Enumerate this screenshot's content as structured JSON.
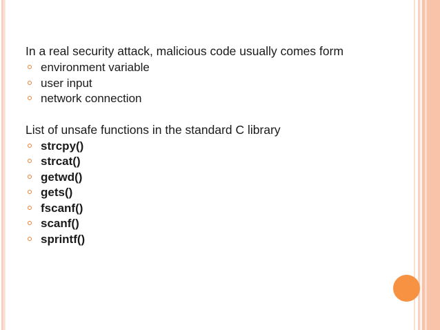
{
  "slide": {
    "colors": {
      "text": "#1a1a1a",
      "bullet": "#ef7e33",
      "accent_circle": "#f79242",
      "stripe_light": "#fadfd3",
      "stripe_dark": "#f8c3a9"
    },
    "section_one": {
      "lead": "In a real security attack, malicious code usually comes form",
      "items": [
        {
          "label": "environment variable"
        },
        {
          "label": "user input"
        },
        {
          "label": "network connection"
        }
      ]
    },
    "section_two": {
      "lead": "List of unsafe functions in the standard C library",
      "items": [
        {
          "label": "strcpy()"
        },
        {
          "label": "strcat()"
        },
        {
          "label": "getwd()"
        },
        {
          "label": "gets()"
        },
        {
          "label": "fscanf()"
        },
        {
          "label": "scanf()"
        },
        {
          "label": "sprintf()"
        }
      ]
    },
    "decoration": {
      "circle_name": "orange-circle-decoration",
      "bullet_icon_name": "hollow-circle-bullet-icon"
    }
  }
}
